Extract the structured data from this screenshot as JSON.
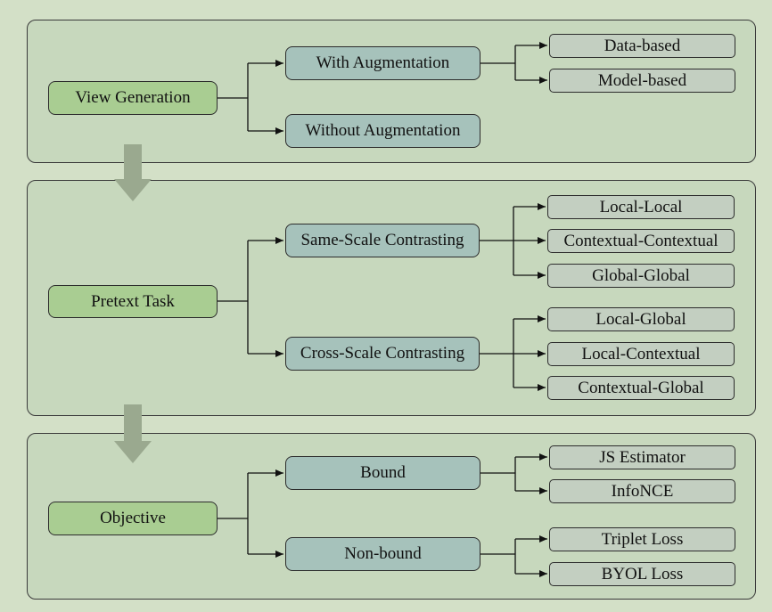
{
  "colors": {
    "background": "#d3e0c7",
    "panel": "#c7d8bd",
    "root_box": "#a9cd92",
    "mid_box": "#a6c2bb",
    "leaf_box": "#c3cfc1",
    "flow_arrow": "#9aa98f"
  },
  "sections": [
    {
      "root": "View Generation",
      "branches": [
        {
          "label": "With Augmentation",
          "leaves": [
            "Data-based",
            "Model-based"
          ]
        },
        {
          "label": "Without Augmentation",
          "leaves": []
        }
      ]
    },
    {
      "root": "Pretext Task",
      "branches": [
        {
          "label": "Same-Scale Contrasting",
          "leaves": [
            "Local-Local",
            "Contextual-Contextual",
            "Global-Global"
          ]
        },
        {
          "label": "Cross-Scale Contrasting",
          "leaves": [
            "Local-Global",
            "Local-Contextual",
            "Contextual-Global"
          ]
        }
      ]
    },
    {
      "root": "Objective",
      "branches": [
        {
          "label": "Bound",
          "leaves": [
            "JS Estimator",
            "InfoNCE"
          ]
        },
        {
          "label": "Non-bound",
          "leaves": [
            "Triplet Loss",
            "BYOL Loss"
          ]
        }
      ]
    }
  ]
}
